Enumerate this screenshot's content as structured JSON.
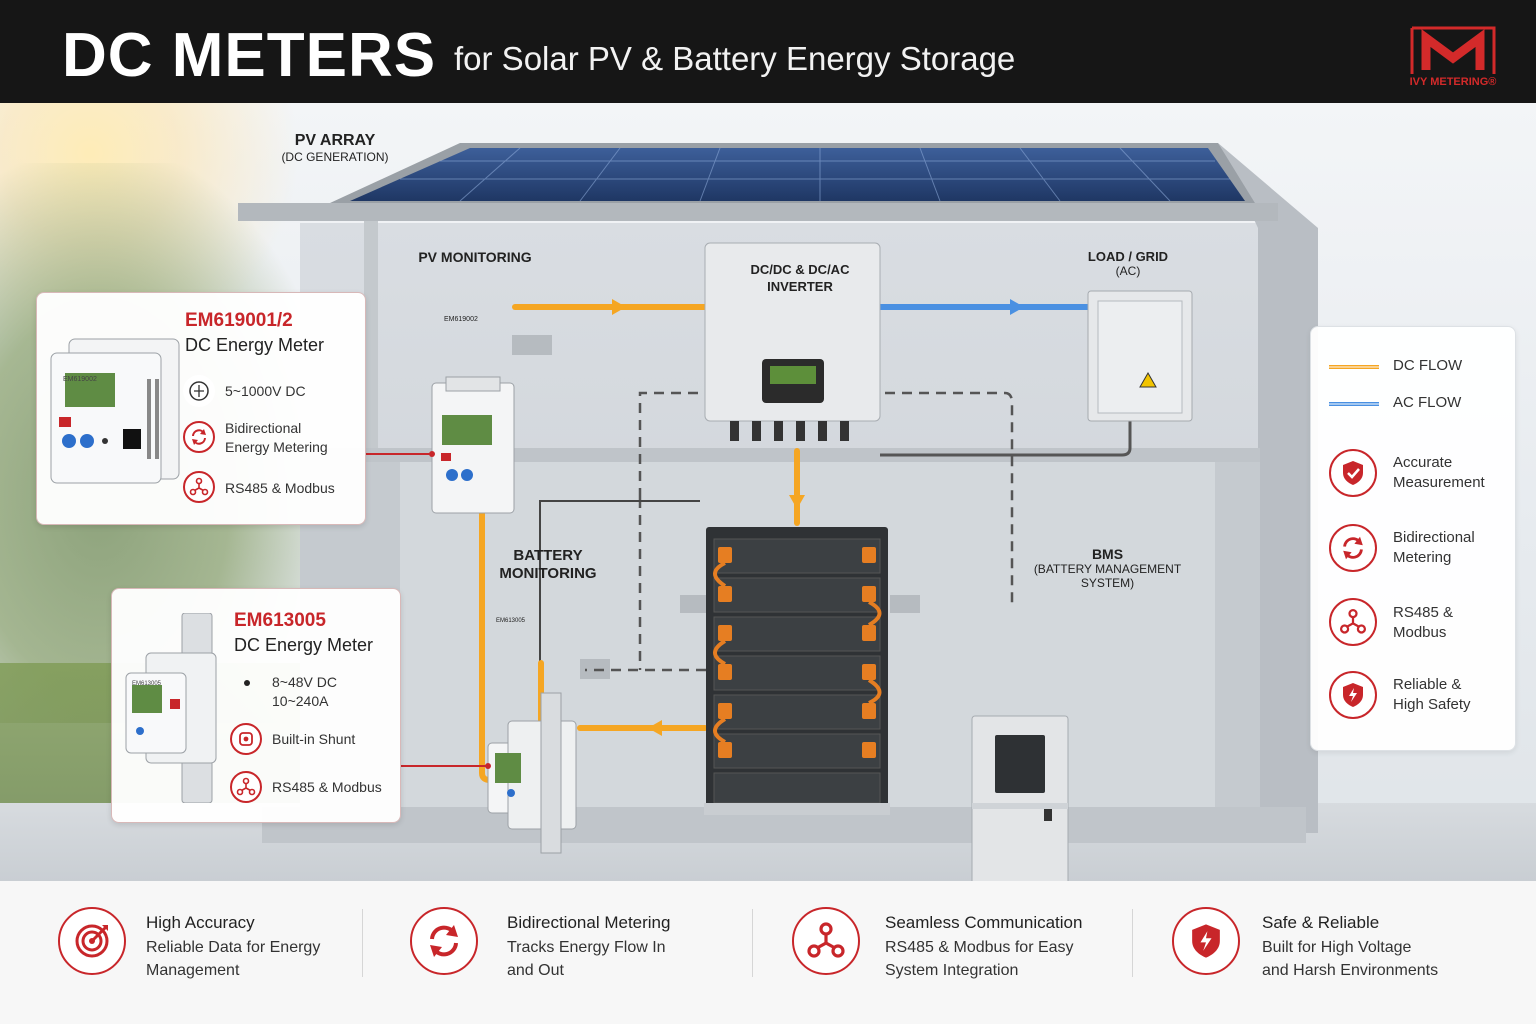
{
  "header": {
    "title": "DC METERS",
    "subtitle": "for Solar PV & Battery Energy Storage",
    "logo_text": "IVY METERING®"
  },
  "scene": {
    "pv_array": {
      "title": "PV ARRAY",
      "sub": "(DC GENERATION)"
    },
    "pv_monitoring": "PV MONITORING",
    "inverter": {
      "line1": "DC/DC & DC/AC",
      "line2": "INVERTER"
    },
    "load_grid": {
      "title": "LOAD / GRID",
      "sub": "(AC)"
    },
    "battery_monitoring": {
      "line1": "BATTERY",
      "line2": "MONITORING"
    },
    "bms": {
      "title": "BMS",
      "sub1": "(BATTERY MANAGEMENT",
      "sub2": "SYSTEM)"
    },
    "meter_top_screen": "EM619002",
    "meter_bottom_screen": "EM613005"
  },
  "cards": [
    {
      "model": "EM619001/2",
      "type": "DC Energy Meter",
      "device_label": "EM619002",
      "features": [
        {
          "icon": "voltage-icon",
          "line1": "5~1000V DC",
          "line2": ""
        },
        {
          "icon": "bidirectional-icon",
          "line1": "Bidirectional",
          "line2": "Energy Metering"
        },
        {
          "icon": "network-icon",
          "line1": "RS485 & Modbus",
          "line2": ""
        }
      ]
    },
    {
      "model": "EM613005",
      "type": "DC Energy Meter",
      "device_label": "EM613005",
      "features": [
        {
          "icon": "voltage-dot-icon",
          "line1": "8~48V DC",
          "line2": "10~240A"
        },
        {
          "icon": "shunt-icon",
          "line1": "Built-in Shunt",
          "line2": ""
        },
        {
          "icon": "network-icon",
          "line1": "RS485 & Modbus",
          "line2": ""
        }
      ]
    }
  ],
  "legend": {
    "dc_flow": "DC FLOW",
    "ac_flow": "AC FLOW",
    "dc_color": "#f5a623",
    "ac_color": "#4a90e2",
    "items": [
      {
        "icon": "shield-check-icon",
        "line1": "Accurate",
        "line2": "Measurement"
      },
      {
        "icon": "bidirectional-icon",
        "line1": "Bidirectional",
        "line2": "Metering"
      },
      {
        "icon": "network-icon",
        "line1": "RS485 &",
        "line2": "Modbus"
      },
      {
        "icon": "shield-bolt-icon",
        "line1": "Reliable &",
        "line2": "High Safety"
      }
    ]
  },
  "bottom_features": [
    {
      "icon": "target-icon",
      "title": "High Accuracy",
      "line1": "Reliable Data for Energy",
      "line2": "Management"
    },
    {
      "icon": "bidirectional-icon",
      "title": "Bidirectional Metering",
      "line1": "Tracks Energy Flow In",
      "line2": "and Out"
    },
    {
      "icon": "network-icon",
      "title": "Seamless Communication",
      "line1": "RS485 & Modbus for Easy",
      "line2": "System Integration"
    },
    {
      "icon": "shield-bolt-icon",
      "title": "Safe & Reliable",
      "line1": "Built for High Voltage",
      "line2": "and Harsh Environments"
    }
  ],
  "colors": {
    "accent": "#c8262a",
    "dc_flow": "#f5a623",
    "ac_flow": "#4a90e2",
    "header_bg": "#161616"
  }
}
